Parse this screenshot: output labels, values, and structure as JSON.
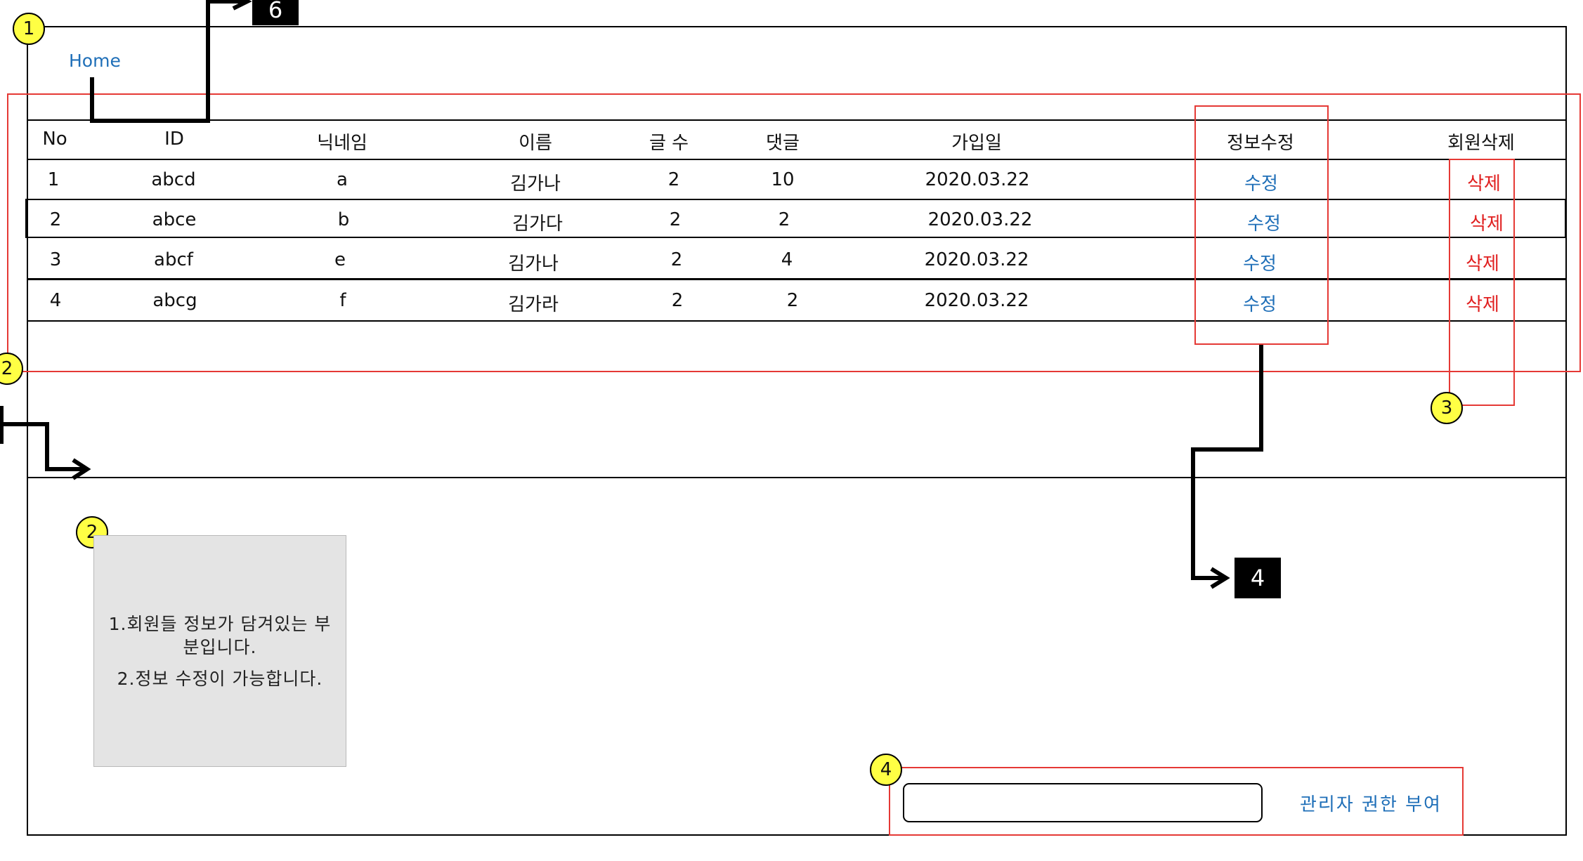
{
  "nav": {
    "home_link": "Home"
  },
  "table": {
    "headers": [
      "No",
      "ID",
      "닉네임",
      "이름",
      "글 수",
      "댓글",
      "가입일",
      "정보수정",
      "회원삭제"
    ],
    "rows": [
      [
        "1",
        "abcd",
        "a",
        "김가나",
        "2",
        "10",
        "2020.03.22",
        "수정",
        "삭제"
      ],
      [
        "2",
        "abce",
        "b",
        "김가다",
        "2",
        "2",
        "2020.03.22",
        "수정",
        "삭제"
      ],
      [
        "3",
        "abcf",
        "e",
        "김가나",
        "2",
        "4",
        "2020.03.22",
        "수정",
        "삭제"
      ],
      [
        "4",
        "abcg",
        "f",
        "김가라",
        "2",
        "2",
        "2020.03.22",
        "수정",
        "삭제"
      ]
    ]
  },
  "note": {
    "line1": "1.회원들 정보가 담겨있는 부분입니다.",
    "line2": "2.정보 수정이 가능합니다."
  },
  "admin": {
    "input_value": "",
    "grant_label": "관리자 권한 부여"
  },
  "callouts": {
    "c1": "1",
    "c2a": "2",
    "c2b": "2",
    "c3": "3",
    "c4": "4"
  },
  "tags": {
    "t6": "6",
    "t4": "4"
  },
  "colors": {
    "accent_blue": "#1f6fb8",
    "delete_red": "#e02020",
    "callout_yellow": "#ffff44",
    "outline_red": "#e53935"
  }
}
